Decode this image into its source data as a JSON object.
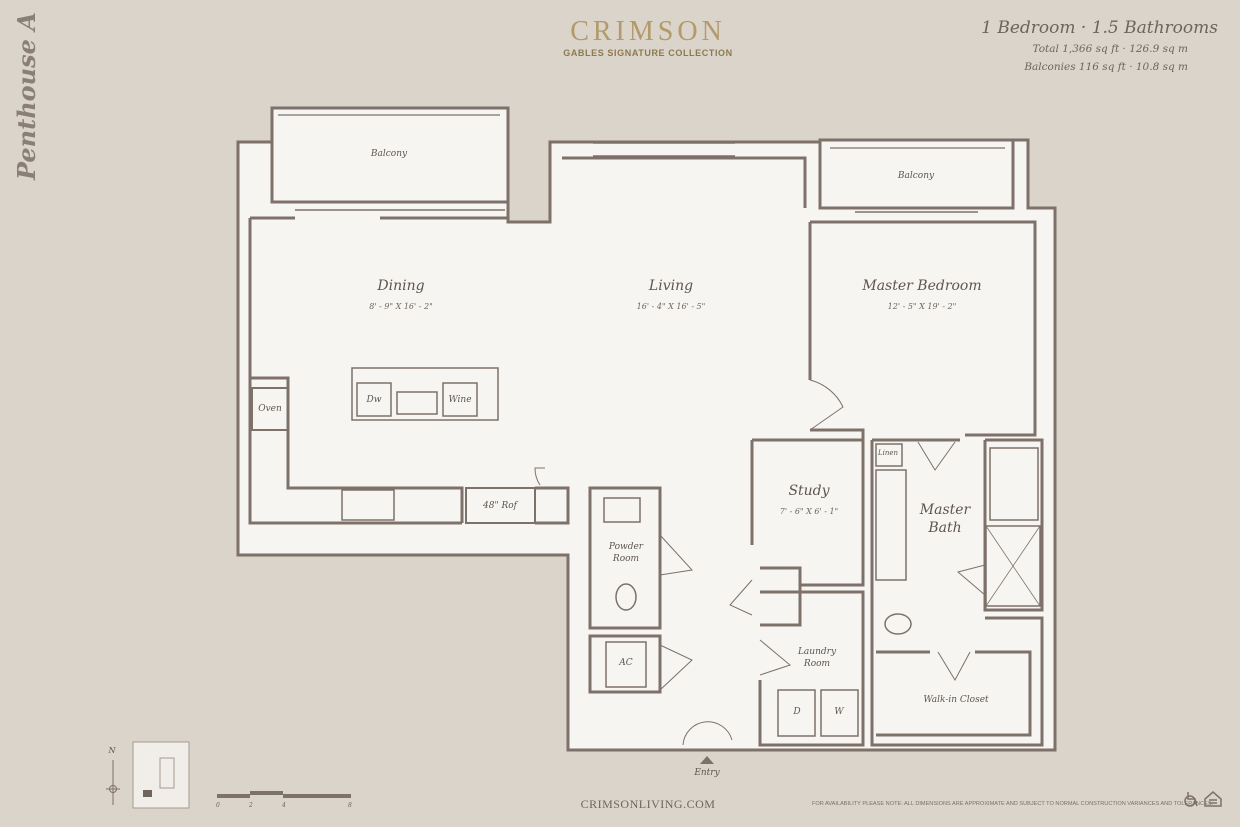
{
  "brand": {
    "name": "CRIMSON",
    "subtitle": "GABLES SIGNATURE COLLECTION",
    "color": "#b39a6a"
  },
  "unit": {
    "name": "Penthouse A",
    "summary": "1 Bedroom · 1.5 Bathrooms",
    "total": "Total 1,366 sq ft · 126.9 sq m",
    "balconies": "Balconies 116 sq ft · 10.8 sq m"
  },
  "rooms": {
    "balcony_left": "Balcony",
    "balcony_right": "Balcony",
    "dining": {
      "label": "Dining",
      "dim": "8' - 9\" X 16' - 2\""
    },
    "living": {
      "label": "Living",
      "dim": "16' - 4\" X 16' - 5\""
    },
    "master_bedroom": {
      "label": "Master Bedroom",
      "dim": "12' - 5\" X 19' - 2\""
    },
    "study": {
      "label": "Study",
      "dim": "7' - 6\" X 6' - 1\""
    },
    "master_bath": {
      "label1": "Master",
      "label2": "Bath"
    },
    "powder_room": {
      "label1": "Powder",
      "label2": "Room"
    },
    "laundry_room": {
      "label1": "Laundry",
      "label2": "Room"
    },
    "walk_in_closet": "Walk-in Closet",
    "linen": "Linen",
    "oven": "Oven",
    "dw": "Dw",
    "wine": "Wine",
    "refrigerator": "48\" Rof",
    "ac": "AC",
    "dryer": "D",
    "washer": "W",
    "entry": "Entry"
  },
  "compass": {
    "north": "N"
  },
  "scale": {
    "labels": [
      "0",
      "2",
      "4",
      "8"
    ]
  },
  "footer": {
    "url": "CRIMSONLIVING.COM",
    "disclaimer": "FOR AVAILABILITY PLEASE NOTE: ALL DIMENSIONS ARE APPROXIMATE AND SUBJECT TO NORMAL CONSTRUCTION VARIANCES AND TOLERANCES.",
    "icons": [
      "accessibility-icon",
      "equal-housing-icon"
    ]
  },
  "colors": {
    "background": "#dbd4ca",
    "floor": "#f7f5f2",
    "wall": "#7d716a"
  }
}
